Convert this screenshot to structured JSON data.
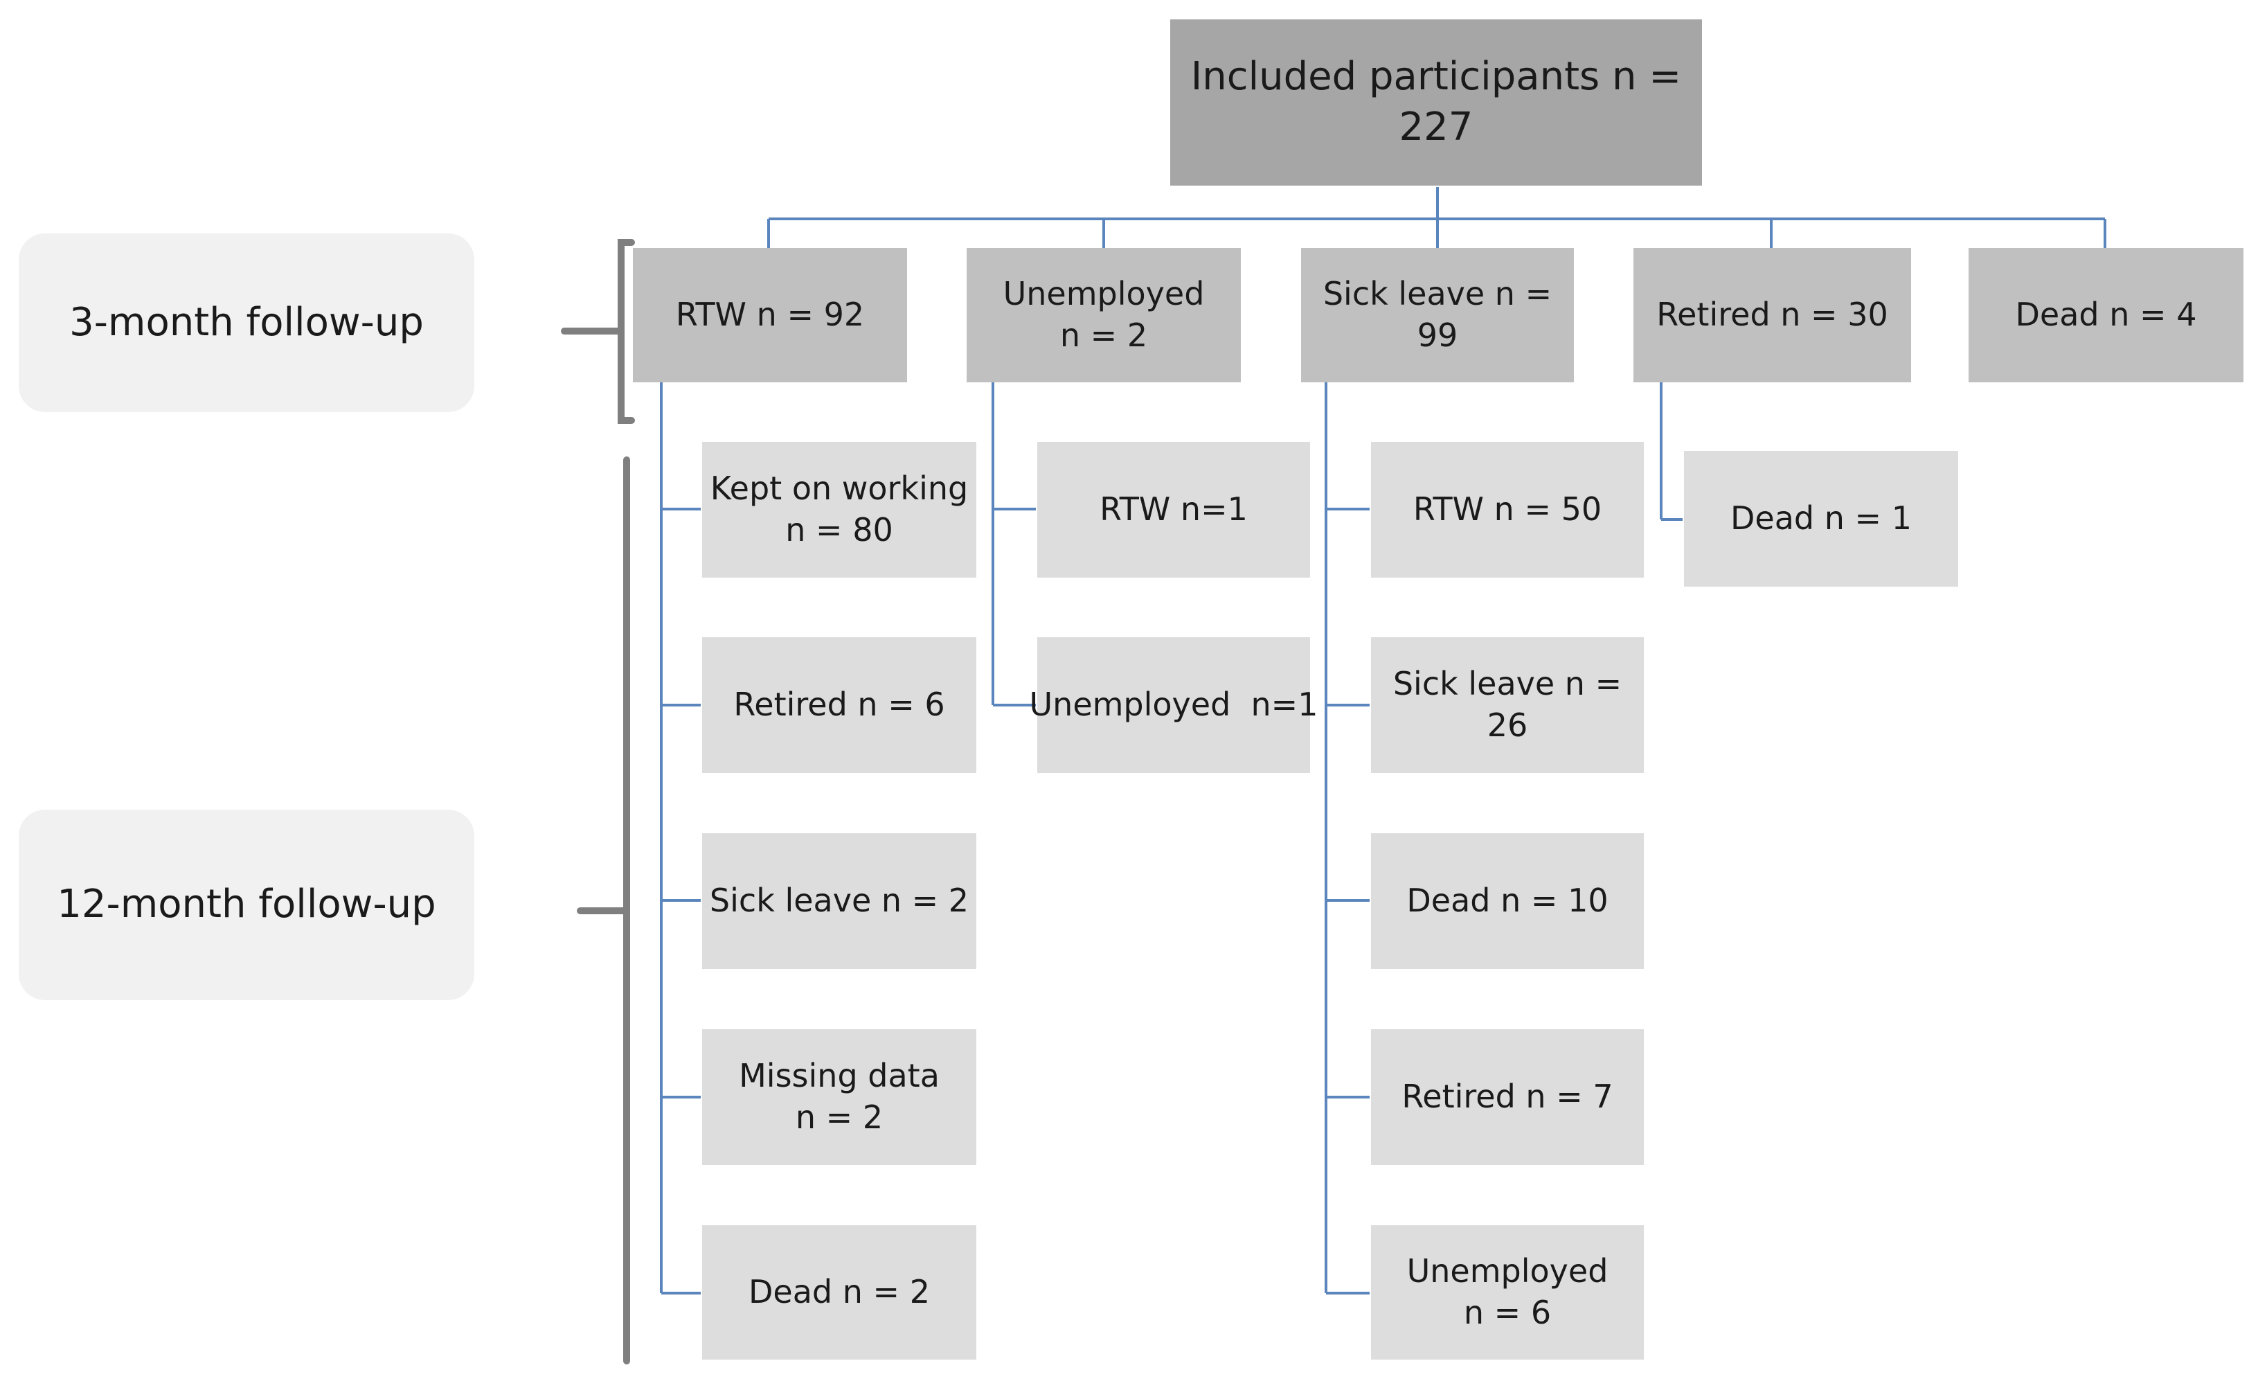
{
  "root": {
    "label": "Included participants n = 227"
  },
  "phases": {
    "three_month": "3-month follow-up",
    "twelve_month": "12-month follow-up"
  },
  "three_month": [
    {
      "label": "RTW n = 92"
    },
    {
      "label": "Unemployed\nn = 2"
    },
    {
      "label": "Sick leave n = 99"
    },
    {
      "label": "Retired n = 30"
    },
    {
      "label": "Dead n = 4"
    }
  ],
  "twelve_month": {
    "rtw": [
      {
        "label": "Kept on working\nn = 80"
      },
      {
        "label": "Retired n = 6"
      },
      {
        "label": "Sick leave n = 2"
      },
      {
        "label": "Missing data\nn = 2"
      },
      {
        "label": "Dead n = 2"
      }
    ],
    "unemployed": [
      {
        "label": "RTW n=1"
      },
      {
        "label": "Unemployed  n=1"
      }
    ],
    "sick_leave": [
      {
        "label": "RTW n = 50"
      },
      {
        "label": "Sick leave n = 26"
      },
      {
        "label": "Dead n = 10"
      },
      {
        "label": "Retired n = 7"
      },
      {
        "label": "Unemployed\nn = 6"
      }
    ],
    "retired": [
      {
        "label": "Dead n = 1"
      }
    ]
  },
  "colors": {
    "root_fill": "#a6a6a6",
    "level1_fill": "#c0c0c0",
    "level2_fill": "#dddddd",
    "phase_label_fill": "#f1f1f1",
    "connector": "#5b86bd",
    "bracket": "#7f7f7f"
  }
}
